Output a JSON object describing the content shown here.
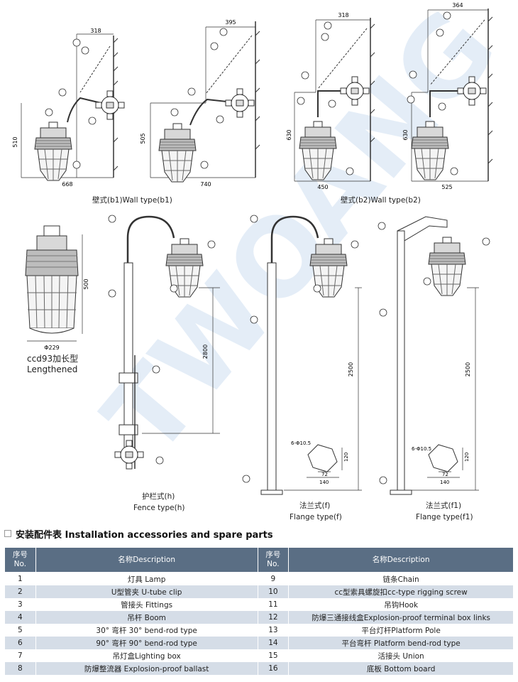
{
  "watermark": "TWOANG",
  "drawing_labels": {
    "b1_small": {
      "width_top": "318",
      "height": "510",
      "width_bottom": "668"
    },
    "b1_large": {
      "width_top": "395",
      "height": "505",
      "width_bottom": "740"
    },
    "b2_small": {
      "width_top": "318",
      "height": "630",
      "width_bottom": "450"
    },
    "b2_large": {
      "width_top": "364",
      "height": "630",
      "width_bottom": "525"
    },
    "lengthened": {
      "height": "500",
      "diameter": "Φ229"
    },
    "fence": {
      "height": "2800"
    },
    "flange_f": {
      "height": "2500",
      "holes": "6-Φ10.5",
      "dim_h": "120",
      "dim_a": "72",
      "dim_b": "140"
    },
    "flange_f1": {
      "height": "2500",
      "holes": "6-Φ10.5",
      "dim_h": "120",
      "dim_a": "72",
      "dim_b": "140"
    }
  },
  "captions": {
    "wall_b1": "壁式(b1)Wall type(b1)",
    "wall_b2": "壁式(b2)Wall type(b2)",
    "lengthened_1": "ccd93加长型",
    "lengthened_2": "Lengthened",
    "fence_1": "护栏式(h)",
    "fence_2": "Fence type(h)",
    "flange_f_1": "法兰式(f)",
    "flange_f_2": "Flange type(f)",
    "flange_f1_1": "法兰式(f1)",
    "flange_f1_2": "Flange type(f1)"
  },
  "section_title": "安装配件表 Installation accessories and spare parts",
  "table": {
    "header_no_1": "序号",
    "header_no_2": "No.",
    "header_desc": "名称Description",
    "rows": [
      {
        "no_l": "1",
        "desc_l": "灯具 Lamp",
        "no_r": "9",
        "desc_r": "链条Chain"
      },
      {
        "no_l": "2",
        "desc_l": "U型管夹 U-tube clip",
        "no_r": "10",
        "desc_r": "cc型索具螺旋扣cc-type rigging screw"
      },
      {
        "no_l": "3",
        "desc_l": "管接头 Fittings",
        "no_r": "11",
        "desc_r": "吊钩Hook"
      },
      {
        "no_l": "4",
        "desc_l": "吊杆 Boom",
        "no_r": "12",
        "desc_r": "防爆三通接线盒Explosion-proof terminal box links"
      },
      {
        "no_l": "5",
        "desc_l": "30° 弯杆 30° bend-rod type",
        "no_r": "13",
        "desc_r": "平台灯杆Platform Pole"
      },
      {
        "no_l": "6",
        "desc_l": "90° 弯杆 90° bend-rod type",
        "no_r": "14",
        "desc_r": "平台弯杆 Platform bend-rod type"
      },
      {
        "no_l": "7",
        "desc_l": "吊灯盒Lighting box",
        "no_r": "15",
        "desc_r": "活接头 Union"
      },
      {
        "no_l": "8",
        "desc_l": "防爆整流器 Explosion-proof ballast",
        "no_r": "16",
        "desc_r": "底板 Bottom board"
      }
    ]
  },
  "colors": {
    "header_bg": "#5a6e84",
    "stripe": "#d5dde7",
    "line": "#333333",
    "watermark": "#cfe0f2",
    "watermark_red": "#f2c9c9"
  }
}
